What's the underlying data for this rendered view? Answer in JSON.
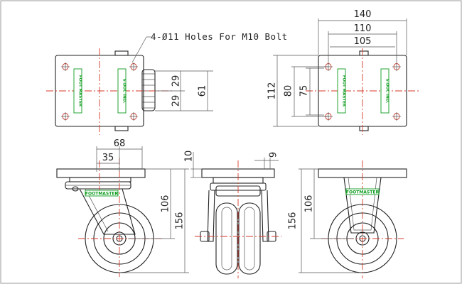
{
  "note": "4-Ø11 Holes For M10 Bolt",
  "brand_labels": {
    "plate_left": "FOOT MASTER",
    "plate_right": "S-DOC IND.",
    "fork": "FOOTMASTER"
  },
  "dimensions": {
    "top_left_29a": "29",
    "top_left_29b": "29",
    "top_left_61": "61",
    "top_right_140": "140",
    "top_right_110": "110",
    "top_right_105": "105",
    "top_right_112": "112",
    "top_right_80": "80",
    "top_right_75": "75",
    "side_68": "68",
    "side_35": "35",
    "side_106": "106",
    "side_156": "156",
    "front_10": "10",
    "front_9": "9",
    "rigid_106": "106",
    "rigid_156": "156"
  },
  "colors": {
    "line": "#222222",
    "centerline": "#d63a2a",
    "label": "#0e9c1e"
  }
}
